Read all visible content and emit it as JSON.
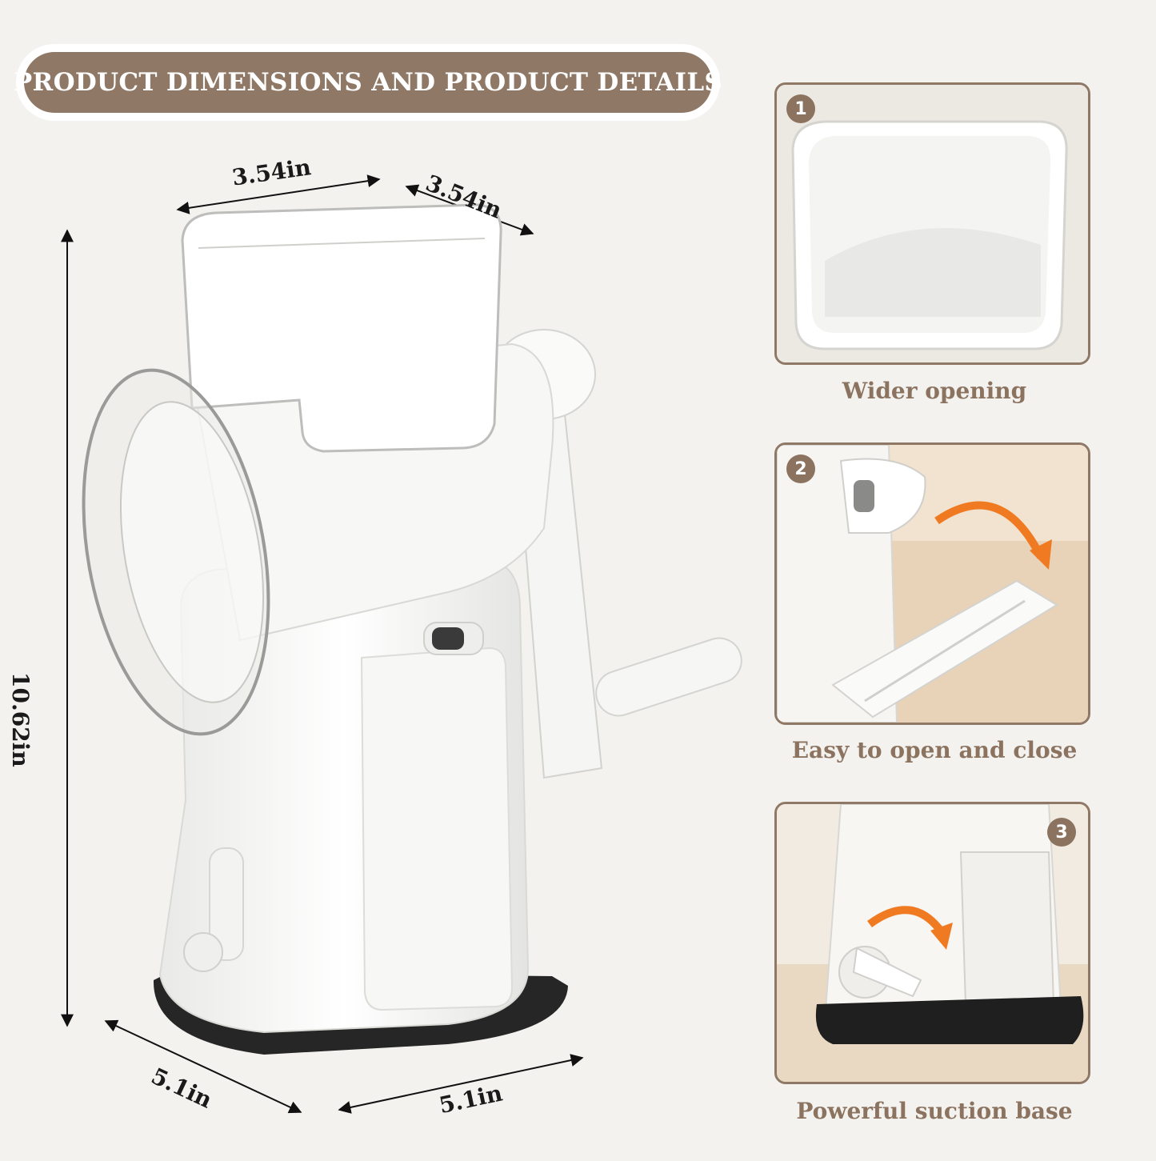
{
  "header": {
    "title": "PRODUCT DIMENSIONS AND PRODUCT DETAILS"
  },
  "dimensions": {
    "top_width": "3.54in",
    "top_depth": "3.54in",
    "height": "10.62in",
    "base_width": "5.1in",
    "base_depth": "5.1in"
  },
  "features": [
    {
      "number": "1",
      "caption": "Wider opening"
    },
    {
      "number": "2",
      "caption": "Easy to open and close"
    },
    {
      "number": "3",
      "caption": "Powerful suction base"
    }
  ],
  "colors": {
    "accent": "#8f7865",
    "caption": "#8b7360",
    "background": "#f3f2ef",
    "arrow_orange": "#f07a22"
  }
}
